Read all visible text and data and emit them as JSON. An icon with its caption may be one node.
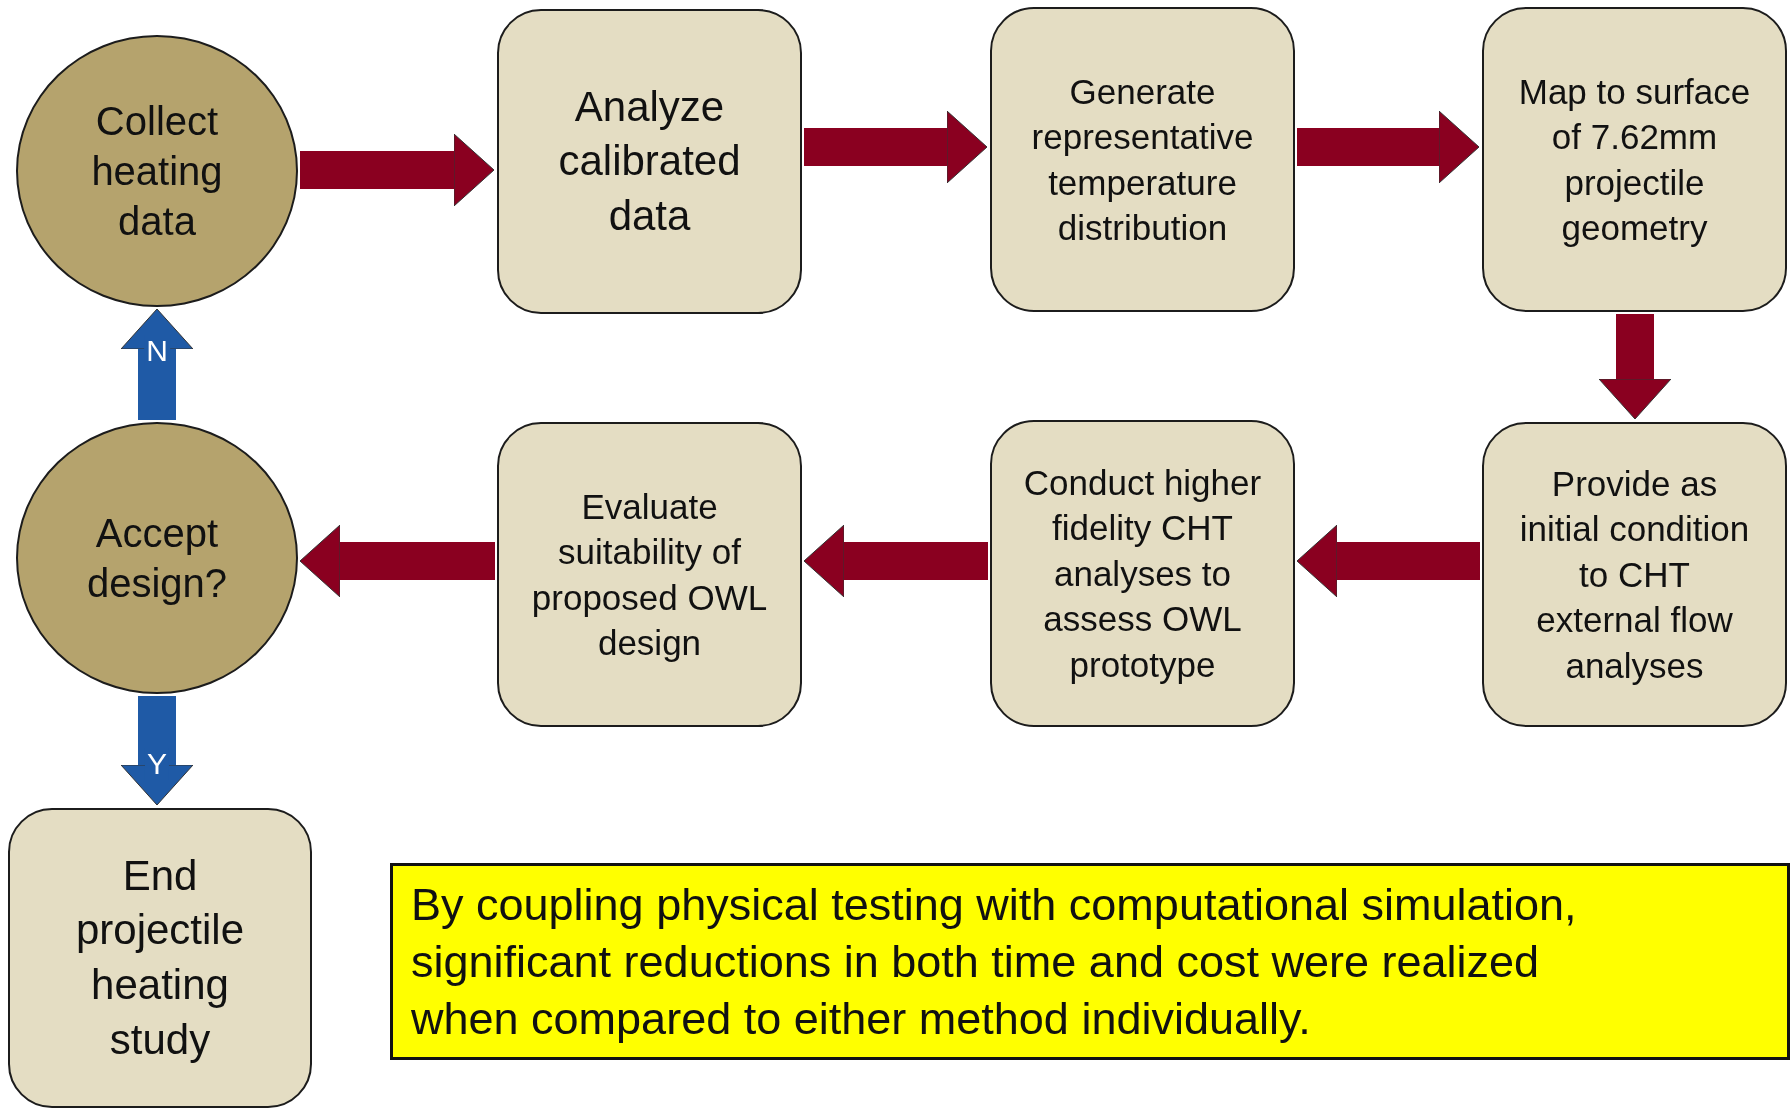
{
  "diagram": {
    "nodes": [
      {
        "text": [
          "Collect heating data"
        ]
      },
      {
        "text": [
          "Analyze calibrated data"
        ]
      },
      {
        "text": [
          "Generate representative temperature distribution"
        ]
      },
      {
        "text": [
          "Map to surface of 7.62mm projectile geometry"
        ]
      },
      {
        "text": [
          "Provide as initial condition to CHT external flow analyses"
        ]
      },
      {
        "text": [
          "Conduct higher fidelity CHT analyses to assess OWL prototype"
        ]
      },
      {
        "text": [
          "Evaluate suitability of proposed OWL design"
        ]
      },
      {
        "text": [
          "Accept design?"
        ]
      },
      {
        "text": [
          "End projectile heating study"
        ]
      },
      {
        "text": [
          "By coupling physical testing with computational simulation, significant reductions in both time and cost were realized when compared to either method individually."
        ]
      }
    ],
    "edges": [
      {
        "from": 0,
        "to": 1,
        "arrow": "to"
      },
      {
        "from": 1,
        "to": 2,
        "arrow": "to"
      },
      {
        "from": 2,
        "to": 3,
        "arrow": "to"
      },
      {
        "from": 3,
        "to": 4,
        "arrow": "to"
      },
      {
        "from": 4,
        "to": 5,
        "arrow": "to"
      },
      {
        "from": 5,
        "to": 6,
        "arrow": "to"
      },
      {
        "from": 6,
        "to": 7,
        "arrow": "to"
      },
      {
        "from": 7,
        "to": 0,
        "arrow": "to",
        "label": "N",
        "color": "#1f5aa6"
      },
      {
        "from": 7,
        "to": 8,
        "arrow": "to",
        "label": "Y",
        "color": "#1f5aa6"
      }
    ]
  }
}
